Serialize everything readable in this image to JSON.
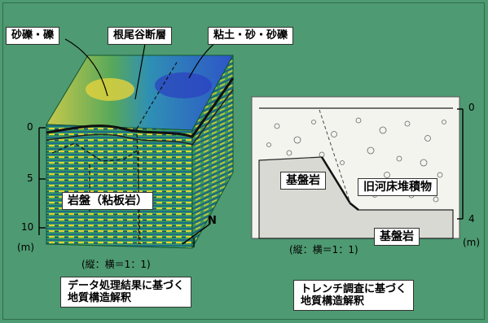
{
  "left_diagram": {
    "callouts": {
      "gravel": "砂礫・礫",
      "fault": "根尾谷断層",
      "clay_sand": "粘土・砂・砂礫"
    },
    "depth_ticks": [
      "0",
      "5",
      "10"
    ],
    "depth_unit": "(m)",
    "bedrock_label": "岩盤（粘板岩）",
    "north_label": "N",
    "scale_ratio": "(縦：横＝1：1)",
    "caption": [
      "データ処理結果に基づく",
      "地質構造解釈"
    ]
  },
  "right_diagram": {
    "depth_ticks": [
      "0",
      "4"
    ],
    "depth_unit": "(m)",
    "bedrock_labels": [
      "基盤岩",
      "基盤岩"
    ],
    "riverbed_label": "旧河床堆積物",
    "scale_ratio": "(縦：横＝1：1)",
    "caption": [
      "トレンチ調査に基づく",
      "地質構造解釈"
    ]
  }
}
